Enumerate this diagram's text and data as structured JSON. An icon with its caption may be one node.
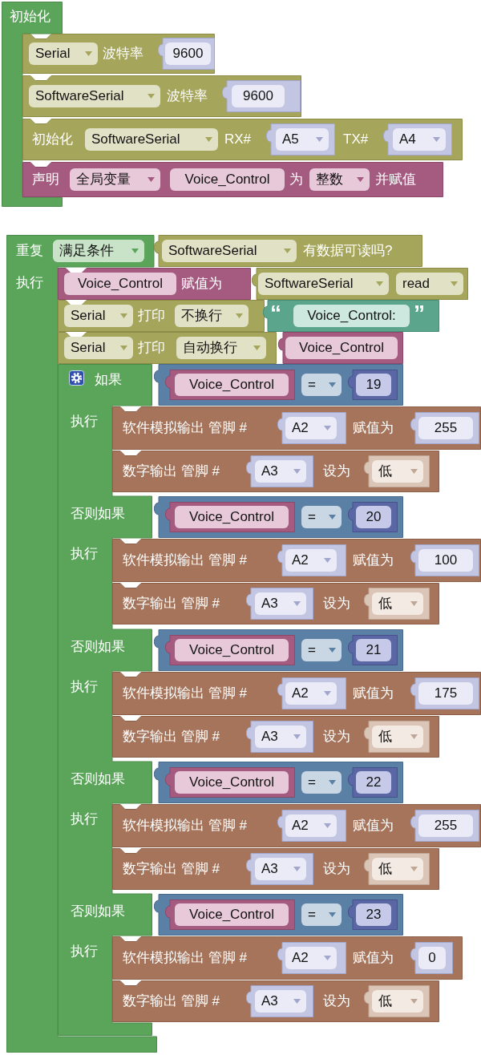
{
  "diagram": {
    "nodes": [
      {
        "text": [
          "初始化"
        ]
      },
      {
        "text": [
          "Serial",
          "波特率"
        ]
      },
      {
        "text": [
          "9600"
        ],
        "in": 1
      },
      {
        "text": [
          "SoftwareSerial",
          "波特率"
        ]
      },
      {
        "text": [
          "9600"
        ],
        "in": 3
      },
      {
        "text": [
          "初始化",
          "SoftwareSerial",
          "RX#",
          "TX#"
        ]
      },
      {
        "text": [
          "A5"
        ],
        "in": 5
      },
      {
        "text": [
          "A4"
        ],
        "in": 5
      },
      {
        "text": [
          "声明",
          "全局变量",
          "Voice_Control",
          "为",
          "整数",
          "并赋值"
        ]
      },
      {
        "text": [
          "重复",
          "满足条件",
          "执行"
        ]
      },
      {
        "text": [
          "SoftwareSerial",
          "有数据可读吗?"
        ]
      },
      {
        "text": [
          "Voice_Control",
          "赋值为"
        ]
      },
      {
        "text": [
          "SoftwareSerial",
          "read"
        ]
      },
      {
        "text": [
          "Serial",
          "打印",
          "不换行"
        ]
      },
      {
        "text": [
          "“",
          "Voice_Control:",
          "”"
        ]
      },
      {
        "text": [
          "Serial",
          "打印",
          "自动换行"
        ]
      },
      {
        "text": [
          "Voice_Control"
        ]
      },
      {
        "text": [
          "如果",
          "执行",
          "否则如果",
          "执行",
          "否则如果",
          "执行",
          "否则如果",
          "执行",
          "否则如果",
          "执行"
        ]
      },
      {
        "text": [
          "="
        ]
      },
      {
        "text": [
          "Voice_Control"
        ],
        "in": 18
      },
      {
        "text": [
          "19"
        ],
        "in": 18
      },
      {
        "text": [
          "软件模拟输出 管脚 #",
          "赋值为"
        ]
      },
      {
        "text": [
          "A2"
        ],
        "in": 21
      },
      {
        "text": [
          "255"
        ],
        "in": 21
      },
      {
        "text": [
          "数字输出 管脚 #",
          "设为"
        ]
      },
      {
        "text": [
          "A3"
        ],
        "in": 24
      },
      {
        "text": [
          "低"
        ],
        "in": 24
      },
      {
        "text": [
          "="
        ]
      },
      {
        "text": [
          "Voice_Control"
        ],
        "in": 27
      },
      {
        "text": [
          "20"
        ],
        "in": 27
      },
      {
        "text": [
          "软件模拟输出 管脚 #",
          "赋值为"
        ]
      },
      {
        "text": [
          "A2"
        ],
        "in": 30
      },
      {
        "text": [
          "100"
        ],
        "in": 30
      },
      {
        "text": [
          "数字输出 管脚 #",
          "设为"
        ]
      },
      {
        "text": [
          "A3"
        ],
        "in": 33
      },
      {
        "text": [
          "低"
        ],
        "in": 33
      },
      {
        "text": [
          "="
        ]
      },
      {
        "text": [
          "Voice_Control"
        ],
        "in": 36
      },
      {
        "text": [
          "21"
        ],
        "in": 36
      },
      {
        "text": [
          "软件模拟输出 管脚 #",
          "赋值为"
        ]
      },
      {
        "text": [
          "A2"
        ],
        "in": 39
      },
      {
        "text": [
          "175"
        ],
        "in": 39
      },
      {
        "text": [
          "数字输出 管脚 #",
          "设为"
        ]
      },
      {
        "text": [
          "A3"
        ],
        "in": 42
      },
      {
        "text": [
          "低"
        ],
        "in": 42
      },
      {
        "text": [
          "="
        ]
      },
      {
        "text": [
          "Voice_Control"
        ],
        "in": 45
      },
      {
        "text": [
          "22"
        ],
        "in": 45
      },
      {
        "text": [
          "软件模拟输出 管脚 #",
          "赋值为"
        ]
      },
      {
        "text": [
          "A2"
        ],
        "in": 48
      },
      {
        "text": [
          "255"
        ],
        "in": 48
      },
      {
        "text": [
          "数字输出 管脚 #",
          "设为"
        ]
      },
      {
        "text": [
          "A3"
        ],
        "in": 51
      },
      {
        "text": [
          "低"
        ],
        "in": 51
      },
      {
        "text": [
          "="
        ]
      },
      {
        "text": [
          "Voice_Control"
        ],
        "in": 54
      },
      {
        "text": [
          "23"
        ],
        "in": 54
      },
      {
        "text": [
          "软件模拟输出 管脚 #",
          "赋值为"
        ]
      },
      {
        "text": [
          "A2"
        ],
        "in": 57
      },
      {
        "text": [
          "0"
        ],
        "in": 57
      },
      {
        "text": [
          "数字输出 管脚 #",
          "设为"
        ]
      },
      {
        "text": [
          "A3"
        ],
        "in": 60
      },
      {
        "text": [
          "低"
        ],
        "in": 60
      }
    ]
  }
}
